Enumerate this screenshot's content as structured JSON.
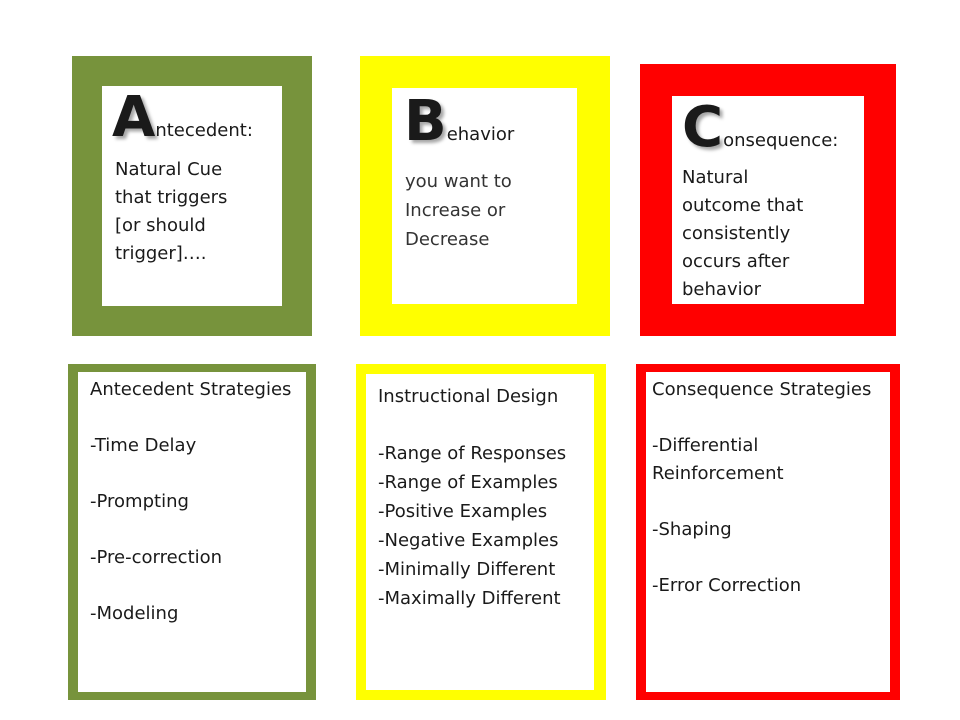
{
  "colors": {
    "green": "#77933c",
    "yellow": "#ffff00",
    "red": "#ff0000"
  },
  "antecedent": {
    "letter": "A",
    "rest": "ntecedent:",
    "body": [
      "Natural Cue",
      "that triggers",
      "[or should",
      "trigger]…."
    ]
  },
  "behavior": {
    "letter": "B",
    "rest": "ehavior",
    "body": [
      "you want to",
      "Increase or",
      "Decrease"
    ]
  },
  "consequence": {
    "letter": "C",
    "rest": "onsequence:",
    "body": [
      "Natural",
      "outcome that",
      "consistently",
      "occurs after",
      "behavior"
    ]
  },
  "antecedent_strategies": {
    "title": "Antecedent Strategies",
    "items": [
      "-Time Delay",
      "-Prompting",
      "-Pre-correction",
      "-Modeling"
    ]
  },
  "instructional_design": {
    "title": "Instructional Design",
    "items": [
      "-Range of Responses",
      "-Range of Examples",
      "-Positive Examples",
      "-Negative Examples",
      "-Minimally Different",
      "-Maximally Different"
    ]
  },
  "consequence_strategies": {
    "title": "Consequence Strategies",
    "items": [
      "-Differential",
      "Reinforcement",
      "-Shaping",
      "-Error Correction"
    ]
  }
}
